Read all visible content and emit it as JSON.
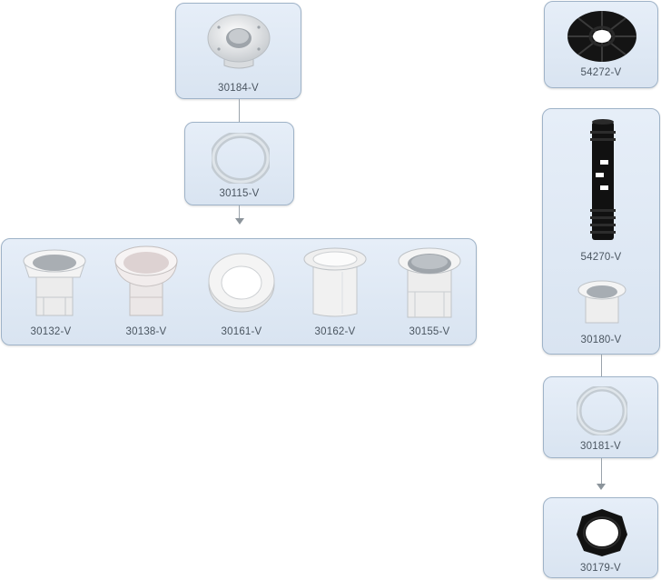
{
  "parts": {
    "p30184": "30184-V",
    "p30115": "30115-V",
    "group_row": [
      "30132-V",
      "30138-V",
      "30161-V",
      "30162-V",
      "30155-V"
    ],
    "p54272": "54272-V",
    "p54270": "54270-V",
    "p30180": "30180-V",
    "p30181": "30181-V",
    "p30179": "30179-V"
  },
  "colors": {
    "box_fill": "#dfe8f4",
    "box_border": "#9fb3c8",
    "connector": "#9aa3ab",
    "part_white": "#f2f2f2",
    "part_black": "#1a1a1a"
  }
}
